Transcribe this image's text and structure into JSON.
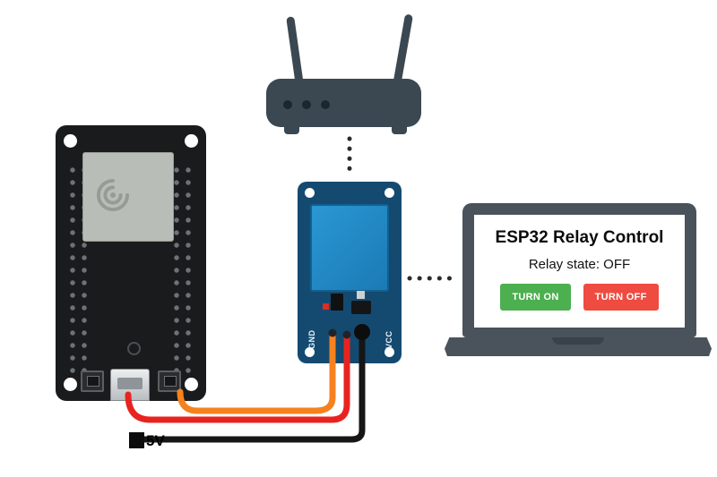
{
  "scene": {
    "description": "ESP32 relay module wiring diagram with WiFi router and laptop web control page"
  },
  "laptop": {
    "page_title": "ESP32 Relay Control",
    "relay_state_text": "Relay state: OFF",
    "buttons": [
      {
        "label": "TURN ON",
        "color": "#4caf50"
      },
      {
        "label": "TURN OFF",
        "color": "#ef4b40"
      }
    ]
  },
  "relay": {
    "gnd_label": "GND",
    "vcc_label": "VCC"
  },
  "power": {
    "label": "5V"
  },
  "colors": {
    "wire_signal_orange": "#f5821f",
    "wire_power_red": "#e8231f",
    "wire_ground_black": "#161616",
    "esp32_board": "#191b1c",
    "relay_board_blue": "#144a70",
    "relay_block_blue": "#2492cf",
    "router_gray": "#3b4852",
    "laptop_gray": "#4a535b"
  }
}
